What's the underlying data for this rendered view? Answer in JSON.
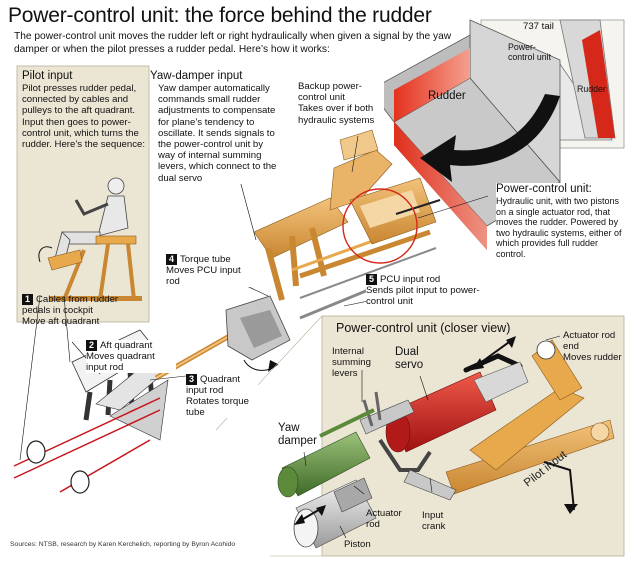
{
  "title": "Power-control unit: the force behind the rudder",
  "intro": "The power-control unit moves the rudder left or right hydraulically when given a signal by the yaw damper or when the pilot presses a rudder pedal. Here’s how it works:",
  "tail_inset": {
    "title": "737 tail",
    "pcu_label": "Power-control unit",
    "rudder_label": "Rudder"
  },
  "rudder_label": "Rudder",
  "pilot_input": {
    "heading": "Pilot input",
    "text": "Pilot presses rudder pedal, connected by cables and pulleys to the aft quadrant. Input then goes to power-control unit, which turns the rudder. Here’s the sequence:"
  },
  "yaw_damper_input": {
    "heading": "Yaw-damper input",
    "text": "Yaw damper automatically commands small rudder adjustments to compensate for plane’s tendency to oscillate. It sends signals to the power-control unit by way of internal summing levers, which connect to the dual servo"
  },
  "backup": {
    "heading": "Backup power-control unit",
    "text": "Takes over if both hydraulic systems"
  },
  "pcu_callout": {
    "heading": "Power-control unit:",
    "text": "Hydraulic unit, with two pistons on a single actuator rod, that moves the rudder. Powered by two hydraulic systems, either of which provides full rudder control."
  },
  "steps": [
    {
      "num": "1",
      "title": "Cables from rudder pedals in cockpit",
      "desc": "Move aft quadrant"
    },
    {
      "num": "2",
      "title": "Aft quadrant",
      "desc": "Moves quadrant input rod"
    },
    {
      "num": "3",
      "title": "Quadrant input rod",
      "desc": "Rotates torque tube"
    },
    {
      "num": "4",
      "title": "Torque tube",
      "desc": "Moves PCU input rod"
    },
    {
      "num": "5",
      "title": "PCU input rod",
      "desc": "Sends pilot input to power-control unit"
    }
  ],
  "closer_view": {
    "heading": "Power-control unit (closer view)",
    "summing_levers": "Internal summing levers",
    "dual_servo": "Dual servo",
    "actuator_rod_end": "Actuator rod end",
    "moves_rudder": "Moves rudder",
    "yaw_damper": "Yaw damper",
    "actuator_rod": "Actuator rod",
    "input_crank": "Input crank",
    "piston": "Piston",
    "pilot_input": "Pilot input"
  },
  "sources": "Sources: NTSB, research by Karen Kerchelich, reporting by Byron Acohido",
  "colors": {
    "tan": "#e7a94c",
    "tan_dark": "#b9782a",
    "rudder_red": "#d6281a",
    "panel_bg": "#ebe5d4",
    "cable_red": "#c8151b",
    "servo_red": "#c61d1d",
    "yaw_green": "#5a8a3a"
  }
}
